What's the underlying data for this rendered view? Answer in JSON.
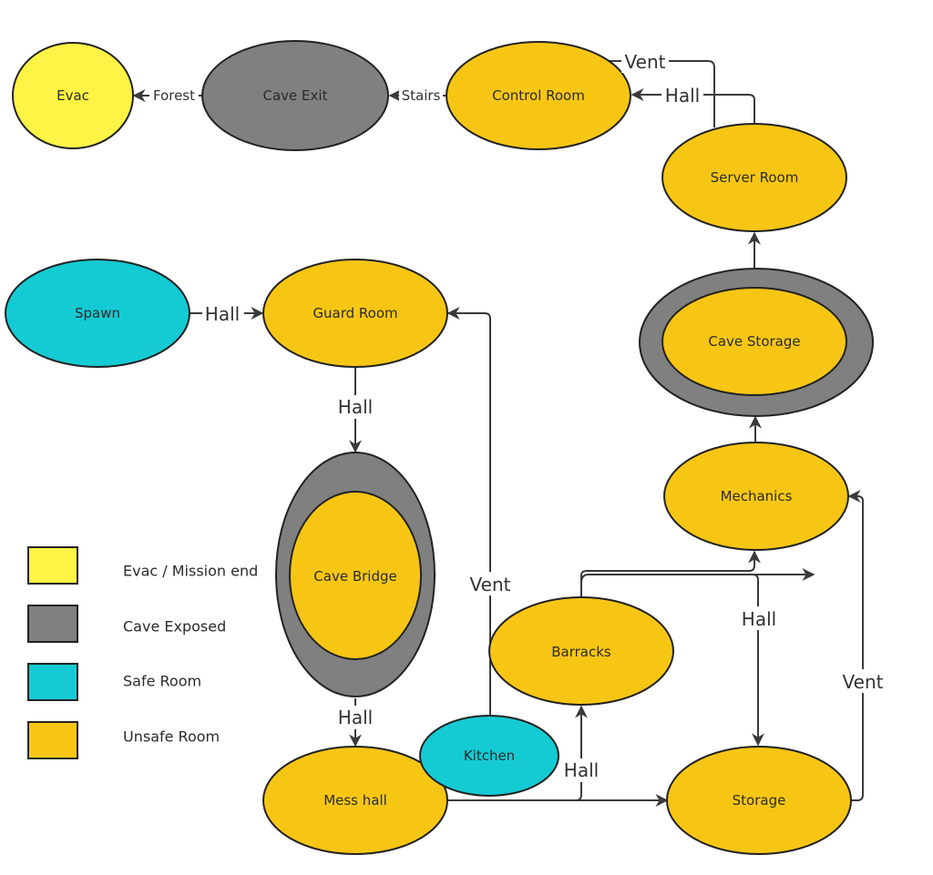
{
  "title": "Facility room connectivity map",
  "colors": {
    "evac": "#FFF345",
    "cave": "#808080",
    "safe": "#14CBD3",
    "unsafe": "#F7C614",
    "stroke": "#222222",
    "edge": "#3a3a3a"
  },
  "nodes": {
    "evac": {
      "label": "Evac",
      "type": "evac"
    },
    "cave_exit": {
      "label": "Cave Exit",
      "type": "cave"
    },
    "control_room": {
      "label": "Control Room",
      "type": "unsafe"
    },
    "server_room": {
      "label": "Server Room",
      "type": "unsafe"
    },
    "spawn": {
      "label": "Spawn",
      "type": "safe"
    },
    "guard_room": {
      "label": "Guard Room",
      "type": "unsafe"
    },
    "cave_storage": {
      "label": "Cave Storage",
      "type": "unsafe",
      "cave_exposed": true
    },
    "mechanics": {
      "label": "Mechanics",
      "type": "unsafe"
    },
    "cave_bridge": {
      "label": "Cave Bridge",
      "type": "unsafe",
      "cave_exposed": true
    },
    "barracks": {
      "label": "Barracks",
      "type": "unsafe"
    },
    "kitchen": {
      "label": "Kitchen",
      "type": "safe"
    },
    "mess_hall": {
      "label": "Mess hall",
      "type": "unsafe"
    },
    "storage": {
      "label": "Storage",
      "type": "unsafe"
    }
  },
  "edges": [
    {
      "from": "cave_exit",
      "to": "evac",
      "label": "Forest"
    },
    {
      "from": "control_room",
      "to": "cave_exit",
      "label": "Stairs"
    },
    {
      "from": "server_room",
      "to": "control_room",
      "label": "Vent"
    },
    {
      "from": "server_room",
      "to": "control_room",
      "label": "Hall"
    },
    {
      "from": "cave_storage",
      "to": "server_room",
      "label": ""
    },
    {
      "from": "mechanics",
      "to": "cave_storage",
      "label": ""
    },
    {
      "from": "spawn",
      "to": "guard_room",
      "label": "Hall"
    },
    {
      "from": "guard_room",
      "to": "cave_bridge",
      "label": "Hall"
    },
    {
      "from": "cave_bridge",
      "to": "mess_hall",
      "label": "Hall"
    },
    {
      "from": "kitchen",
      "to": "guard_room",
      "label": "Vent"
    },
    {
      "from": "kitchen",
      "to": "barracks",
      "label": ""
    },
    {
      "from": "mess_hall",
      "to": "storage",
      "label": ""
    },
    {
      "from": "mess_hall",
      "to": "barracks",
      "label": "Hall"
    },
    {
      "from": "barracks",
      "to": "mechanics",
      "label": ""
    },
    {
      "from": "barracks",
      "to": "storage",
      "label": "Hall"
    },
    {
      "from": "storage",
      "to": "mechanics",
      "label": "Vent"
    }
  ],
  "edge_labels": {
    "forest": "Forest",
    "stairs": "Stairs",
    "vent_top": "Vent",
    "hall_top": "Hall",
    "hall_spawn": "Hall",
    "hall_guard": "Hall",
    "hall_bridge": "Hall",
    "vent_kitchen": "Vent",
    "hall_barracks_storage": "Hall",
    "hall_mess_barracks": "Hall",
    "vent_storage_mechanics": "Vent"
  },
  "legend": [
    {
      "label": "Evac / Mission end",
      "color": "#FFF345"
    },
    {
      "label": "Cave Exposed",
      "color": "#808080"
    },
    {
      "label": "Safe Room",
      "color": "#14CBD3"
    },
    {
      "label": "Unsafe Room",
      "color": "#F7C614"
    }
  ]
}
